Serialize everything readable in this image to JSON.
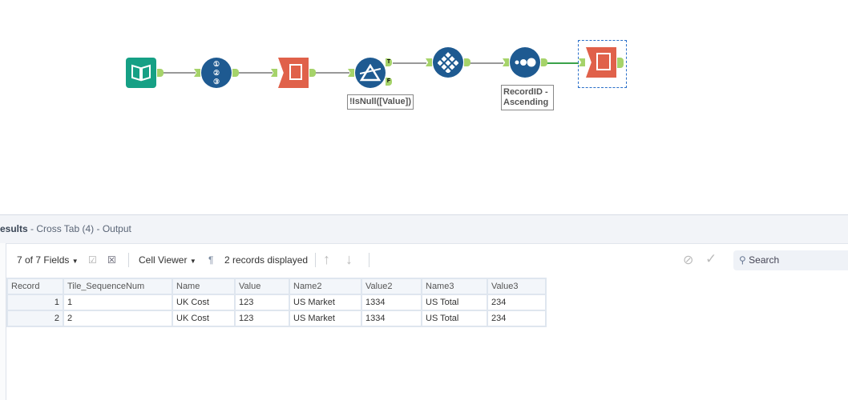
{
  "workflow": {
    "filter_label": "!IsNull([Value])",
    "sort_label_1": "RecordID -",
    "sort_label_2": "Ascending",
    "true_anchor": "T",
    "false_anchor": "F",
    "accent_color": "#1e5a91"
  },
  "results": {
    "title": "esults",
    "subtitle": " - Cross Tab (4) - Output",
    "fields": "7 of 7 Fields",
    "cell_viewer": "Cell Viewer",
    "records_displayed": "2 records displayed",
    "search_placeholder": "Search",
    "columns": [
      "Record",
      "Tile_SequenceNum",
      "Name",
      "Value",
      "Name2",
      "Value2",
      "Name3",
      "Value3"
    ],
    "rows": [
      [
        "1",
        "1",
        "UK Cost",
        "123",
        "US Market",
        "1334",
        "US Total",
        "234"
      ],
      [
        "2",
        "2",
        "UK Cost",
        "123",
        "US Market",
        "1334",
        "US Total",
        "234"
      ]
    ]
  }
}
